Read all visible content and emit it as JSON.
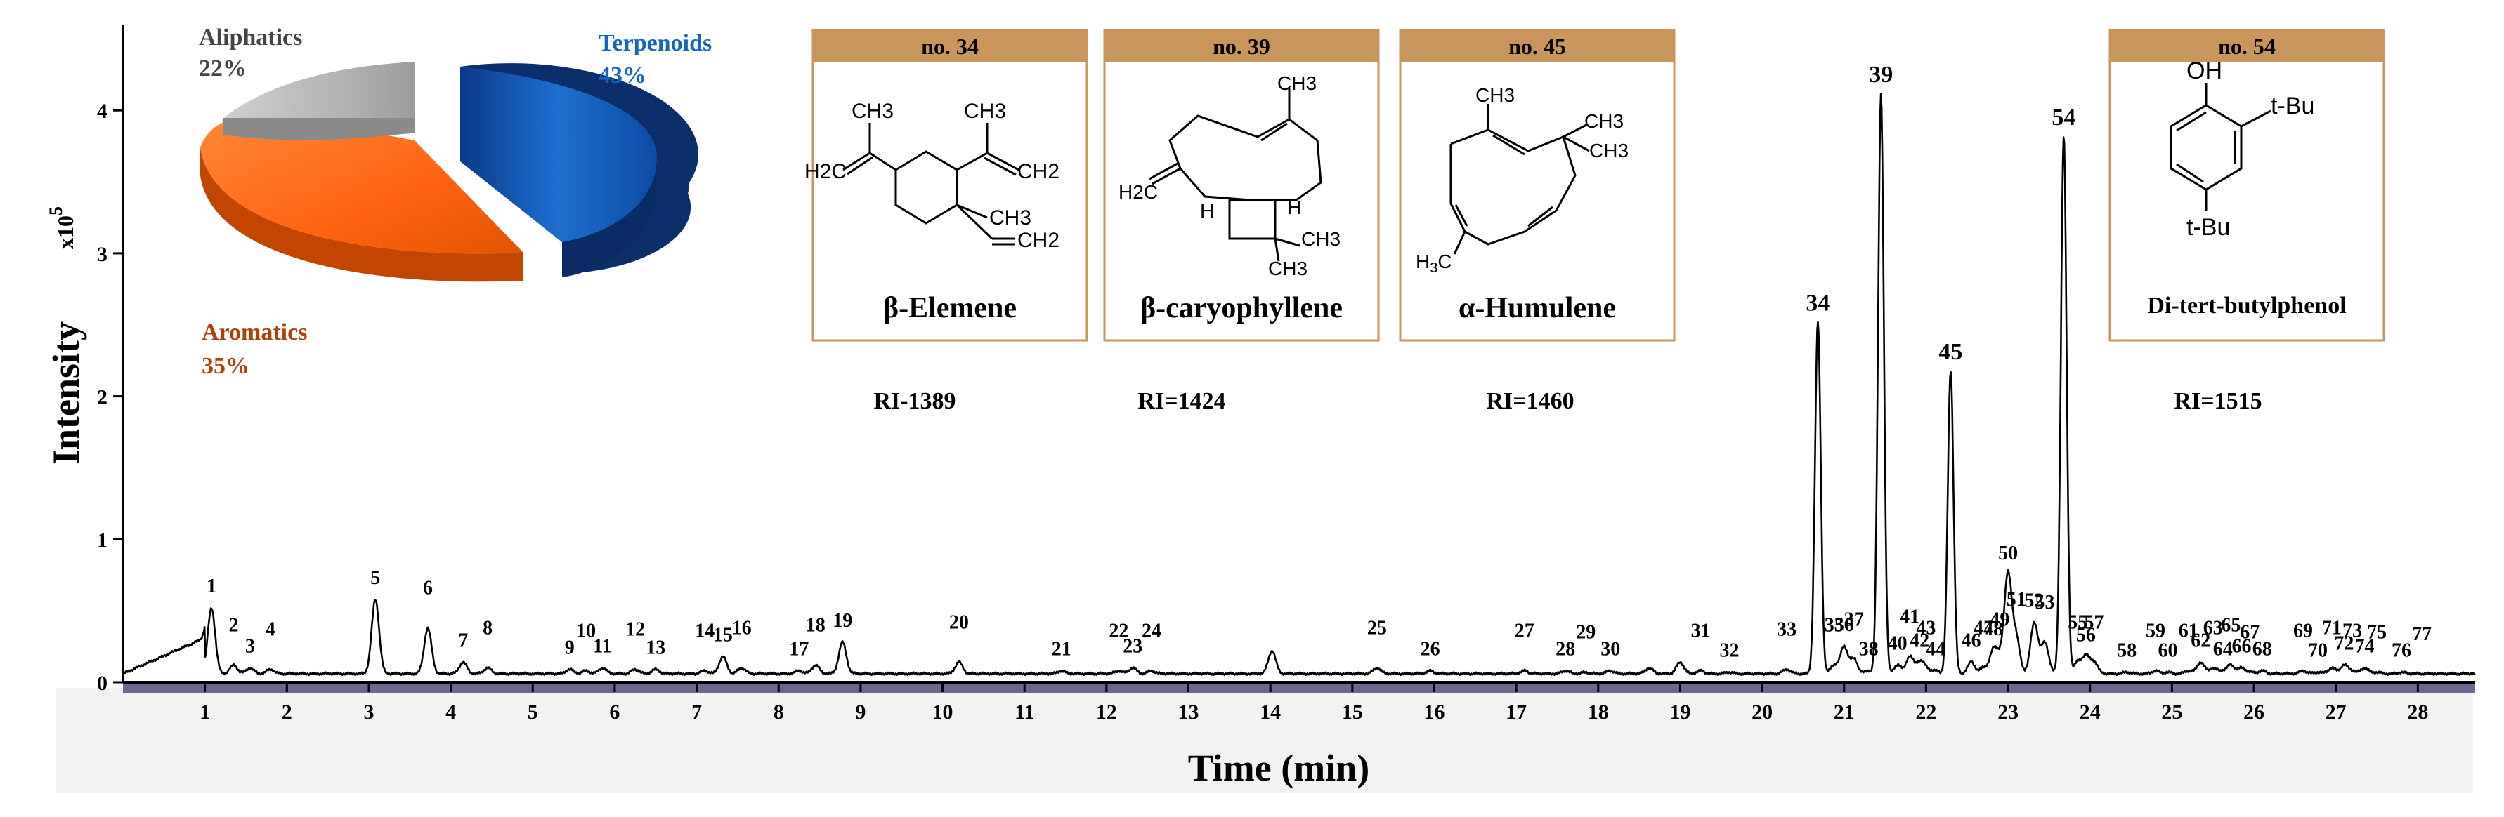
{
  "chart_data": [
    {
      "type": "line",
      "xlabel": "Time (min)",
      "ylabel": "Intensity",
      "ylabel_unit_base": "x10",
      "ylabel_unit_exp": "5",
      "xlim": [
        0,
        28.7
      ],
      "ylim": [
        0,
        4.6
      ],
      "x_ticks": [
        1,
        2,
        3,
        4,
        5,
        6,
        7,
        8,
        9,
        10,
        11,
        12,
        13,
        14,
        15,
        16,
        17,
        18,
        19,
        20,
        21,
        22,
        23,
        24,
        25,
        26,
        27,
        28
      ],
      "y_ticks": [
        0,
        1,
        2,
        3,
        4
      ],
      "baseline": 0.06,
      "peaks": [
        {
          "label": "1",
          "rt": 1.08,
          "height": 0.52
        },
        {
          "label": "2",
          "rt": 1.35,
          "height": 0.12
        },
        {
          "label": "3",
          "rt": 1.55,
          "height": 0.1
        },
        {
          "label": "4",
          "rt": 1.8,
          "height": 0.09
        },
        {
          "label": "5",
          "rt": 3.08,
          "height": 0.58
        },
        {
          "label": "6",
          "rt": 3.72,
          "height": 0.38
        },
        {
          "label": "7",
          "rt": 4.15,
          "height": 0.14
        },
        {
          "label": "8",
          "rt": 4.45,
          "height": 0.1
        },
        {
          "label": "9",
          "rt": 5.45,
          "height": 0.09
        },
        {
          "label": "10",
          "rt": 5.65,
          "height": 0.08
        },
        {
          "label": "11",
          "rt": 5.85,
          "height": 0.1
        },
        {
          "label": "12",
          "rt": 6.25,
          "height": 0.09
        },
        {
          "label": "13",
          "rt": 6.5,
          "height": 0.09
        },
        {
          "label": "14",
          "rt": 7.1,
          "height": 0.08
        },
        {
          "label": "15",
          "rt": 7.32,
          "height": 0.18
        },
        {
          "label": "16",
          "rt": 7.55,
          "height": 0.1
        },
        {
          "label": "17",
          "rt": 8.25,
          "height": 0.08
        },
        {
          "label": "18",
          "rt": 8.45,
          "height": 0.12
        },
        {
          "label": "19",
          "rt": 8.78,
          "height": 0.28
        },
        {
          "label": "20",
          "rt": 10.2,
          "height": 0.14
        },
        {
          "label": "21",
          "rt": 11.45,
          "height": 0.08
        },
        {
          "label": "22",
          "rt": 12.15,
          "height": 0.08
        },
        {
          "label": "23",
          "rt": 12.32,
          "height": 0.1
        },
        {
          "label": "24",
          "rt": 12.55,
          "height": 0.08
        },
        {
          "label": "",
          "rt": 14.02,
          "height": 0.22
        },
        {
          "label": "25",
          "rt": 15.3,
          "height": 0.1
        },
        {
          "label": "26",
          "rt": 15.95,
          "height": 0.08
        },
        {
          "label": "27",
          "rt": 17.1,
          "height": 0.08
        },
        {
          "label": "28",
          "rt": 17.6,
          "height": 0.08
        },
        {
          "label": "29",
          "rt": 17.85,
          "height": 0.07
        },
        {
          "label": "30",
          "rt": 18.15,
          "height": 0.08
        },
        {
          "label": "",
          "rt": 18.62,
          "height": 0.1
        },
        {
          "label": "",
          "rt": 19.0,
          "height": 0.14
        },
        {
          "label": "31",
          "rt": 19.25,
          "height": 0.08
        },
        {
          "label": "32",
          "rt": 19.6,
          "height": 0.07
        },
        {
          "label": "33",
          "rt": 20.3,
          "height": 0.09
        },
        {
          "label": "34",
          "rt": 20.68,
          "height": 2.52
        },
        {
          "label": "35",
          "rt": 20.88,
          "height": 0.12
        },
        {
          "label": "36",
          "rt": 21.0,
          "height": 0.25
        },
        {
          "label": "37",
          "rt": 21.12,
          "height": 0.16
        },
        {
          "label": "38",
          "rt": 21.3,
          "height": 0.08
        },
        {
          "label": "39",
          "rt": 21.45,
          "height": 4.12
        },
        {
          "label": "40",
          "rt": 21.65,
          "height": 0.12
        },
        {
          "label": "41",
          "rt": 21.8,
          "height": 0.18
        },
        {
          "label": "42",
          "rt": 21.92,
          "height": 0.14
        },
        {
          "label": "43",
          "rt": 22.0,
          "height": 0.1
        },
        {
          "label": "44",
          "rt": 22.12,
          "height": 0.08
        },
        {
          "label": "45",
          "rt": 22.3,
          "height": 2.18
        },
        {
          "label": "46",
          "rt": 22.55,
          "height": 0.14
        },
        {
          "label": "47",
          "rt": 22.7,
          "height": 0.1
        },
        {
          "label": "48",
          "rt": 22.82,
          "height": 0.22
        },
        {
          "label": "49",
          "rt": 22.9,
          "height": 0.16
        },
        {
          "label": "50",
          "rt": 23.0,
          "height": 0.75
        },
        {
          "label": "51",
          "rt": 23.1,
          "height": 0.3
        },
        {
          "label": "52",
          "rt": 23.32,
          "height": 0.42
        },
        {
          "label": "53",
          "rt": 23.45,
          "height": 0.28
        },
        {
          "label": "54",
          "rt": 23.68,
          "height": 3.82
        },
        {
          "label": "55",
          "rt": 23.85,
          "height": 0.14
        },
        {
          "label": "56",
          "rt": 23.95,
          "height": 0.18
        },
        {
          "label": "57",
          "rt": 24.05,
          "height": 0.14
        },
        {
          "label": "58",
          "rt": 24.45,
          "height": 0.07
        },
        {
          "label": "59",
          "rt": 24.8,
          "height": 0.08
        },
        {
          "label": "60",
          "rt": 24.95,
          "height": 0.07
        },
        {
          "label": "61",
          "rt": 25.2,
          "height": 0.08
        },
        {
          "label": "62",
          "rt": 25.35,
          "height": 0.14
        },
        {
          "label": "63",
          "rt": 25.5,
          "height": 0.1
        },
        {
          "label": "64",
          "rt": 25.62,
          "height": 0.08
        },
        {
          "label": "65",
          "rt": 25.72,
          "height": 0.12
        },
        {
          "label": "66",
          "rt": 25.85,
          "height": 0.1
        },
        {
          "label": "67",
          "rt": 25.95,
          "height": 0.07
        },
        {
          "label": "68",
          "rt": 26.1,
          "height": 0.08
        },
        {
          "label": "69",
          "rt": 26.6,
          "height": 0.08
        },
        {
          "label": "70",
          "rt": 26.78,
          "height": 0.07
        },
        {
          "label": "71",
          "rt": 26.95,
          "height": 0.1
        },
        {
          "label": "72",
          "rt": 27.1,
          "height": 0.12
        },
        {
          "label": "73",
          "rt": 27.2,
          "height": 0.08
        },
        {
          "label": "74",
          "rt": 27.35,
          "height": 0.1
        },
        {
          "label": "75",
          "rt": 27.5,
          "height": 0.07
        },
        {
          "label": "76",
          "rt": 27.8,
          "height": 0.07
        },
        {
          "label": "77",
          "rt": 28.05,
          "height": 0.06
        }
      ]
    },
    {
      "type": "pie",
      "slices": [
        {
          "label": "Terpenoids",
          "percent_label": "43%",
          "value": 43,
          "color": "#1565c0"
        },
        {
          "label": "Aromatics",
          "percent_label": "35%",
          "value": 35,
          "color": "#ff6d14"
        },
        {
          "label": "Aliphatics",
          "percent_label": "22%",
          "value": 22,
          "color": "#a8a8a8"
        }
      ]
    }
  ],
  "structures": [
    {
      "peak": "no. 34",
      "name": "β-Elemene",
      "ri": "RI-1389"
    },
    {
      "peak": "no. 39",
      "name": "β-caryophyllene",
      "ri": "RI=1424"
    },
    {
      "peak": "no. 45",
      "name": "α-Humulene",
      "ri": "RI=1460"
    },
    {
      "peak": "no. 54",
      "name": "Di-tert-butylphenol",
      "ri": "RI=1515"
    }
  ],
  "chem_labels": {
    "ch3": "CH3",
    "h2c": "H2C",
    "ch2": "CH2",
    "h": "H",
    "oh": "OH",
    "tbu": "t-Bu"
  },
  "colors": {
    "header": "#c8965a",
    "box_border": "#c8965a",
    "aliphatics_text": "#444444",
    "terpenoids_text": "#1565c0",
    "aromatics_text": "#b0400a",
    "trace": "#000000",
    "axis": "#000000"
  }
}
